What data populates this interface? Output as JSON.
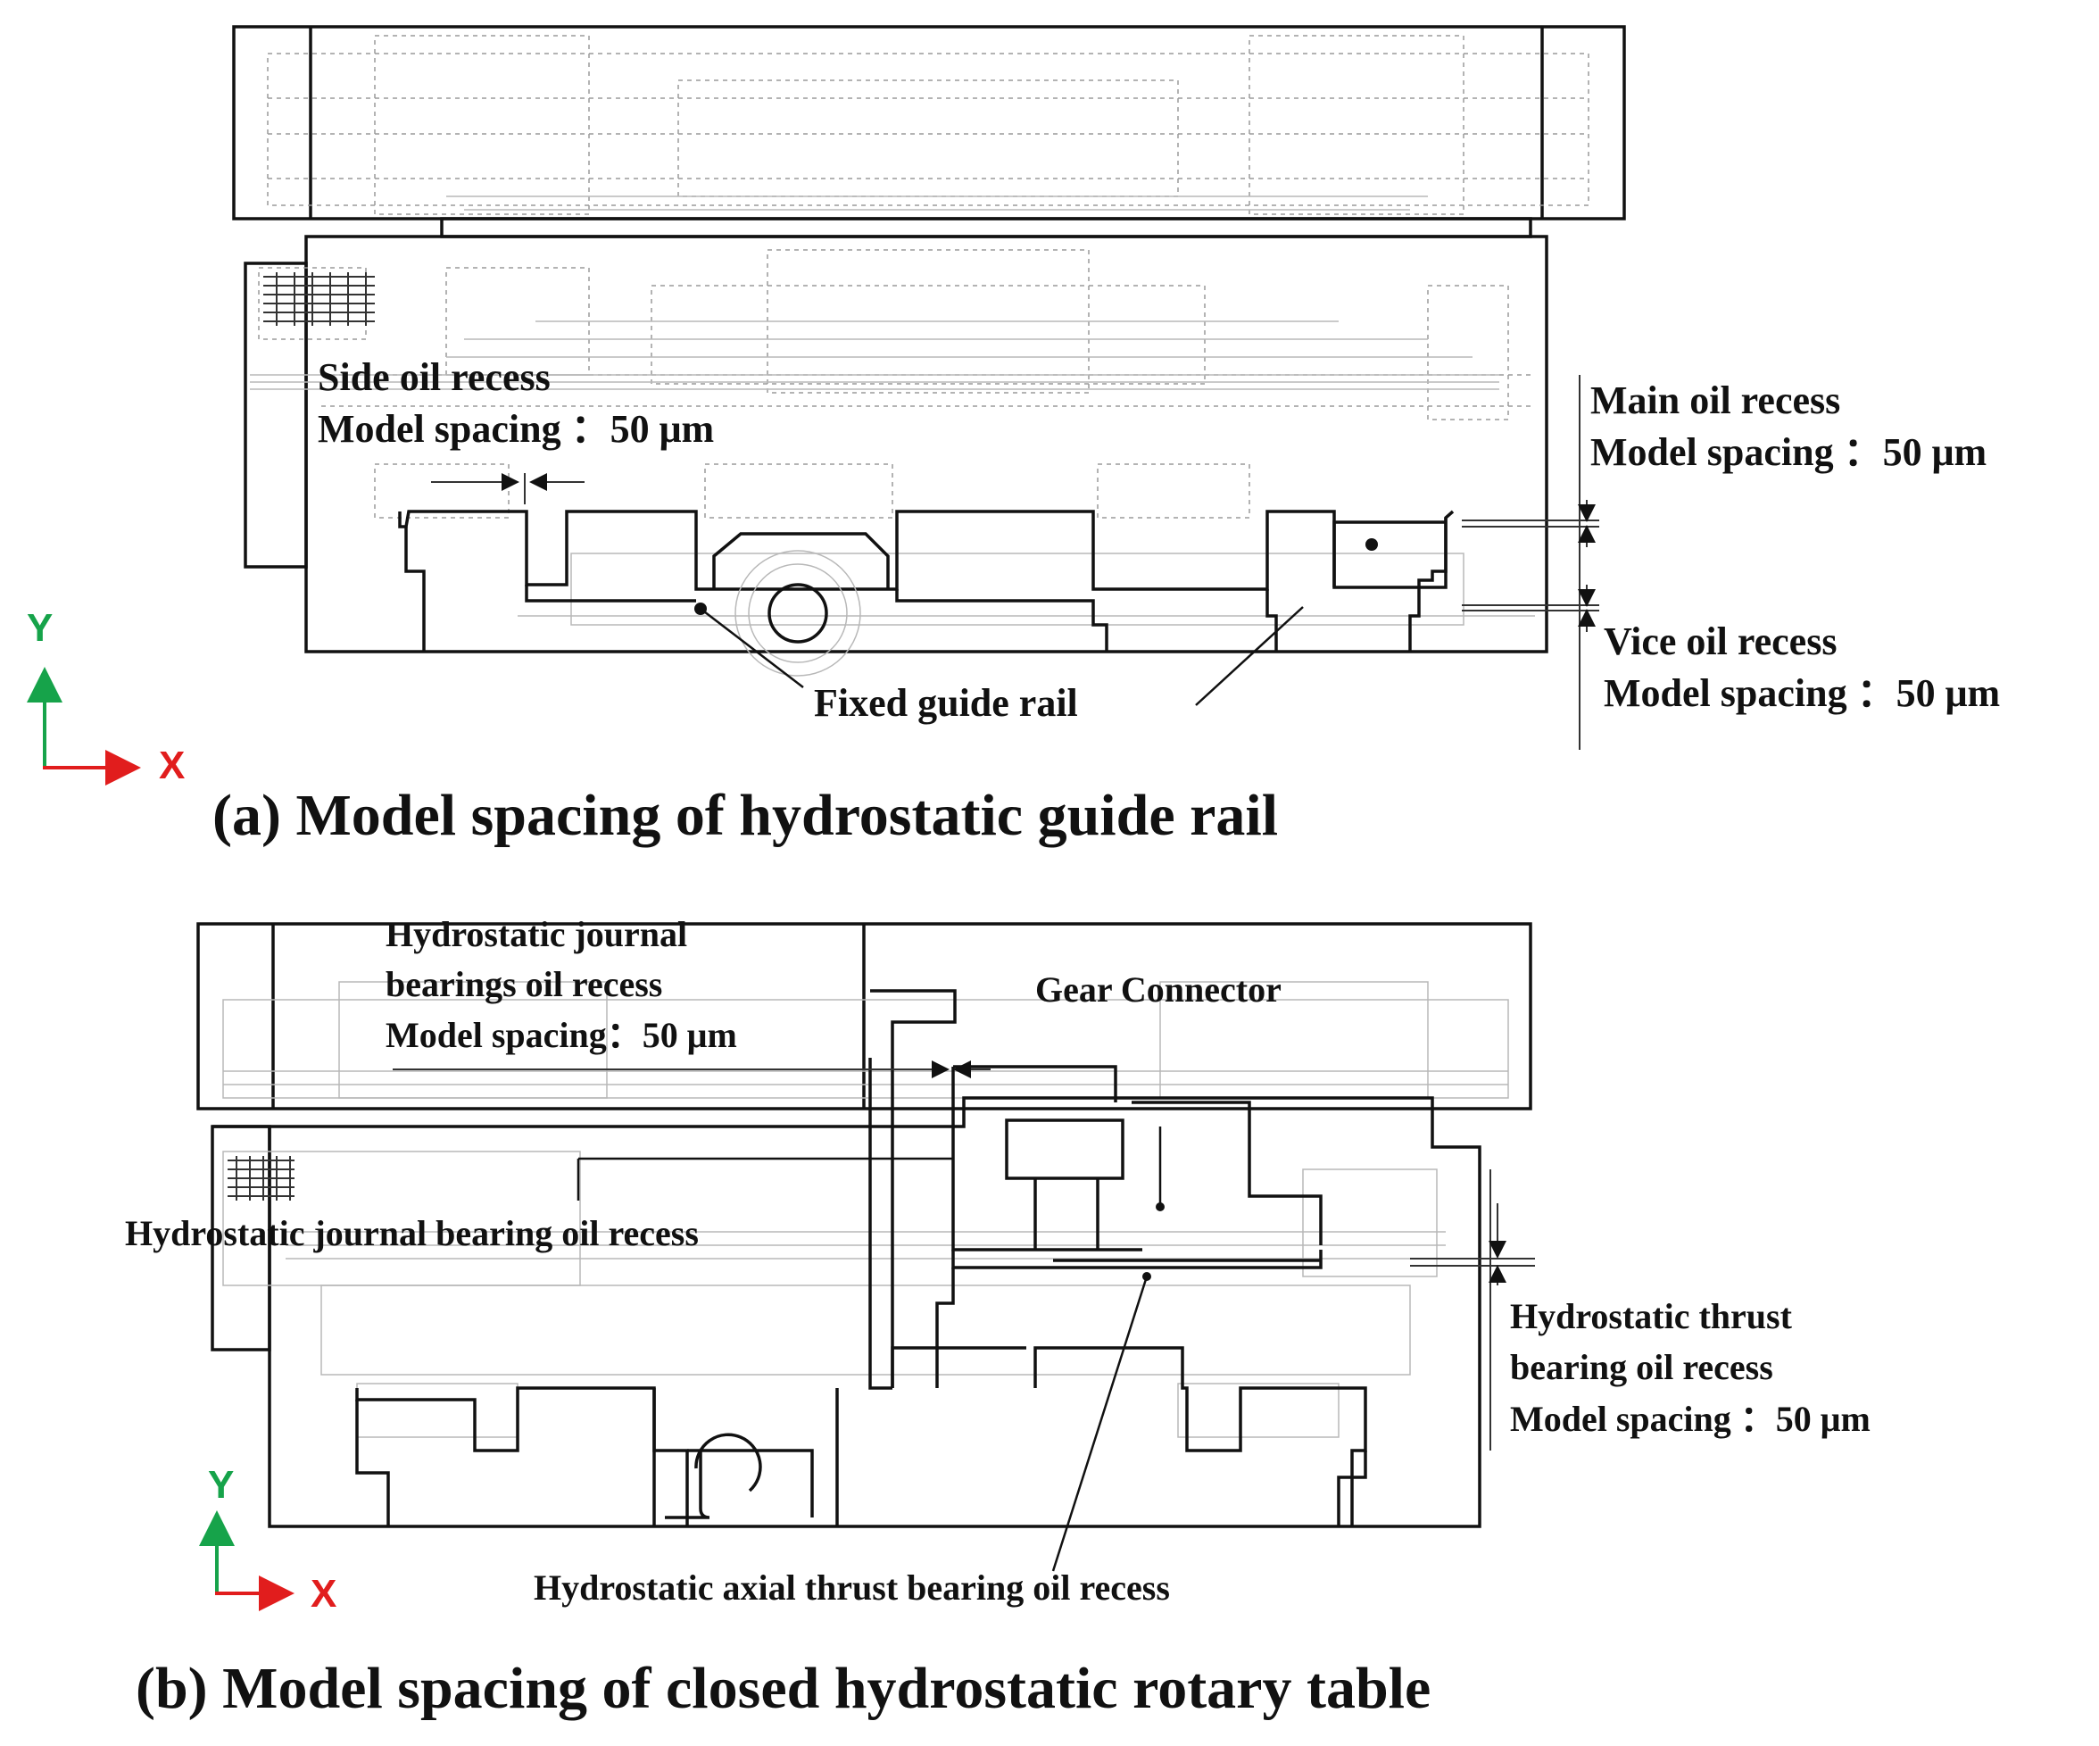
{
  "panel_a": {
    "side_oil_recess": {
      "line1": "Side oil recess",
      "line2": "Model spacing ：50 μm"
    },
    "main_oil_recess": {
      "line1": "Main oil recess",
      "line2": "Model spacing ：50 μm"
    },
    "vice_oil_recess": {
      "line1": "Vice oil recess",
      "line2": "Model spacing ：50 μm"
    },
    "fixed_guide_rail": "Fixed guide rail",
    "axis": {
      "y": "Y",
      "x": "X"
    },
    "caption": "(a) Model spacing of hydrostatic guide rail"
  },
  "panel_b": {
    "journal_bearings_oil_recess": {
      "line1": "Hydrostatic journal",
      "line2": "bearings oil recess",
      "line3": "Model spacing：50 μm"
    },
    "gear_connector": "Gear Connector",
    "journal_bearing_oil_recess": "Hydrostatic journal bearing oil recess",
    "thrust_bearing_oil_recess": {
      "line1": "Hydrostatic  thrust",
      "line2": "bearing oil recess",
      "line3": "Model spacing ：50 μm"
    },
    "axial_thrust_bearing_oil_recess": "Hydrostatic axial thrust bearing oil recess",
    "axis": {
      "y": "Y",
      "x": "X"
    },
    "caption": "(b) Model spacing of closed hydrostatic rotary table"
  },
  "colors": {
    "y_axis": "#16a34a",
    "x_axis": "#e11d1d",
    "lines": "#111111"
  }
}
